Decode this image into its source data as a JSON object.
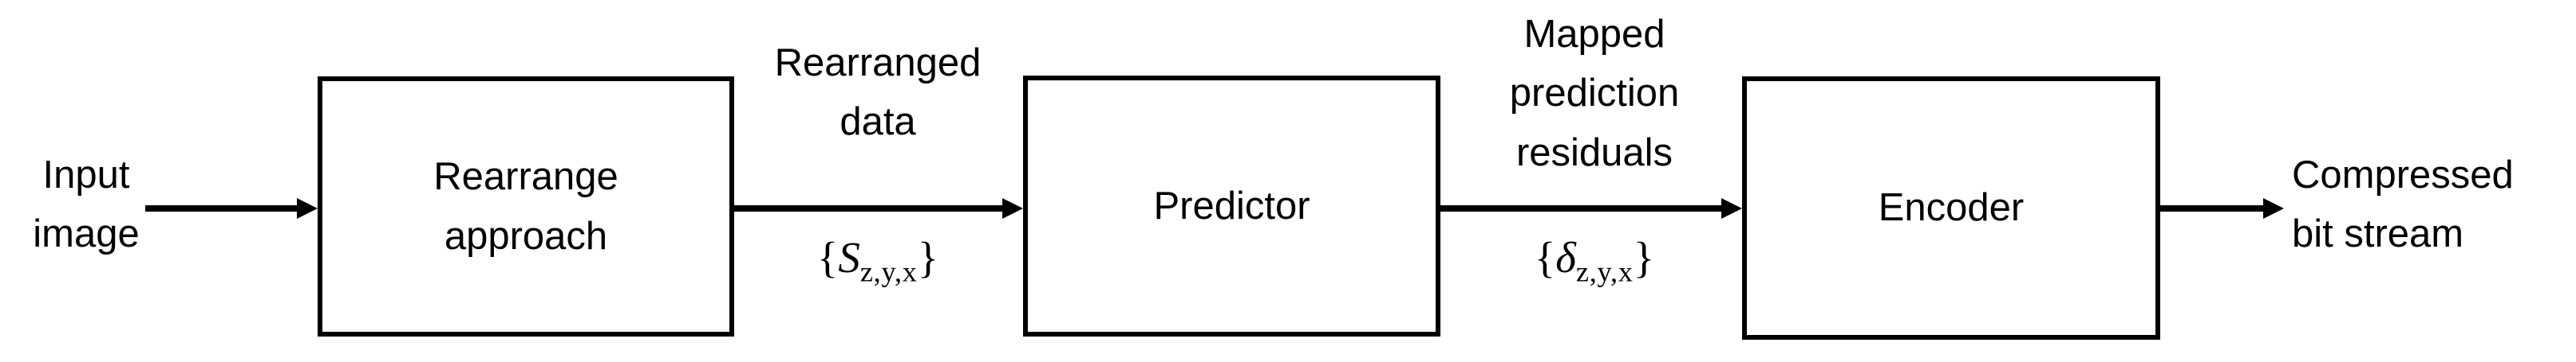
{
  "diagram": {
    "title": "Compression pipeline block diagram",
    "background_color": "#ffffff",
    "line_color": "#000000",
    "blocks": [
      {
        "id": "rearrange",
        "label": "Rearrange\napproach"
      },
      {
        "id": "predictor",
        "label": "Predictor"
      },
      {
        "id": "encoder",
        "label": "Encoder"
      }
    ],
    "labels": {
      "input": "Input\nimage",
      "rearranged_data": "Rearranged\ndata",
      "mapped_residuals": "Mapped\nprediction\nresiduals",
      "output": "Compressed\nbit stream"
    },
    "math": {
      "rearranged_symbol": "S",
      "rearranged_subscript": "z,y,x",
      "rearranged_open": "{",
      "rearranged_close": "}",
      "residual_symbol": "δ",
      "residual_subscript": "z,y,x",
      "residual_open": "{",
      "residual_close": "}"
    },
    "arrows": [
      {
        "id": "input-to-rearrange",
        "from": "Input image",
        "to": "Rearrange approach"
      },
      {
        "id": "rearrange-to-predictor",
        "from": "Rearrange approach",
        "to": "Predictor"
      },
      {
        "id": "predictor-to-encoder",
        "from": "Predictor",
        "to": "Encoder"
      },
      {
        "id": "encoder-to-output",
        "from": "Encoder",
        "to": "Compressed bit stream"
      }
    ]
  }
}
